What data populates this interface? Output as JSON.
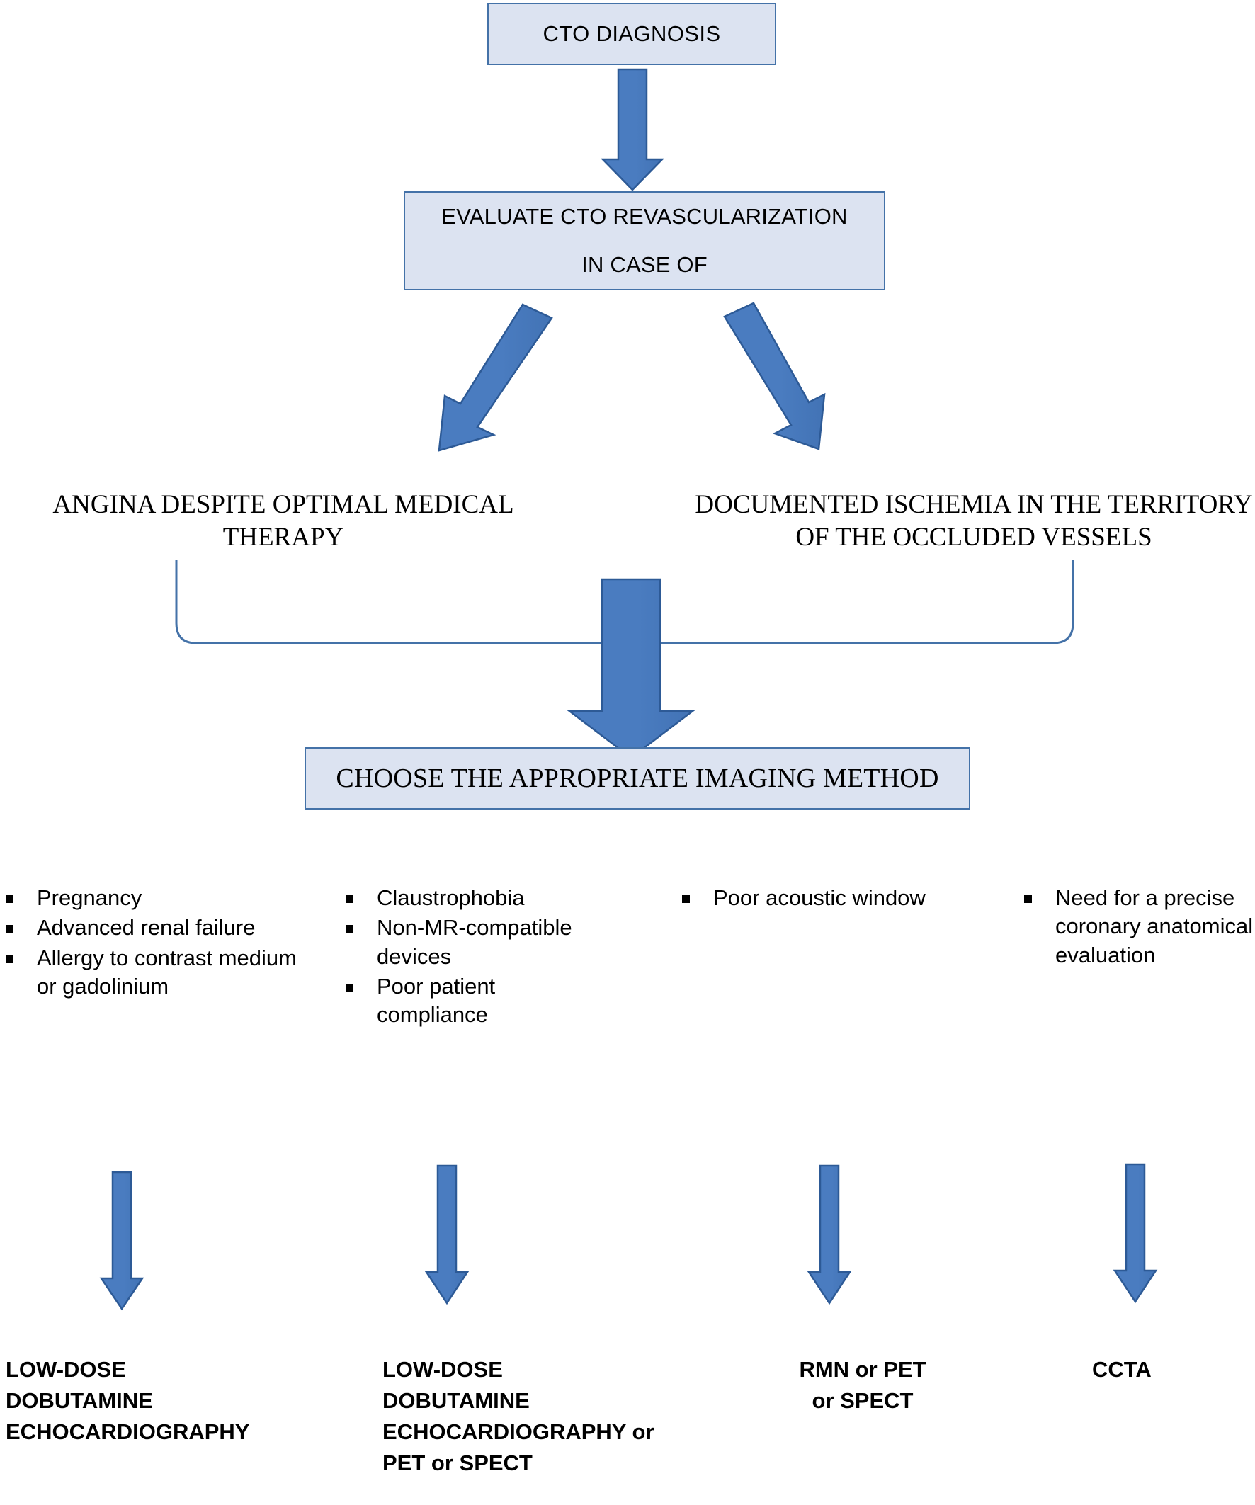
{
  "diagram": {
    "title": "CTO revascularization imaging decision flowchart",
    "colors": {
      "box_fill": "#dce3f1",
      "box_border": "#4472a8",
      "arrow_fill": "#4779bd",
      "arrow_stroke": "#2d5a96",
      "connector_line": "#4472a8",
      "text": "#000000"
    },
    "nodes": {
      "start": "CTO DIAGNOSIS",
      "evaluate_line1": "EVALUATE CTO REVASCULARIZATION",
      "evaluate_line2": "IN CASE OF",
      "choose": "CHOOSE THE APPROPRIATE IMAGING METHOD"
    },
    "branches": {
      "left": "ANGINA DESPITE OPTIMAL MEDICAL THERAPY",
      "right": "DOCUMENTED ISCHEMIA IN THE TERRITORY OF THE OCCLUDED VESSELS"
    },
    "criteria_columns": [
      {
        "id": "column-1",
        "items": [
          "Pregnancy",
          "Advanced renal failure",
          "Allergy to contrast medium or gadolinium"
        ],
        "outcome": "LOW-DOSE DOBUTAMINE ECHOCARDIOGRAPHY"
      },
      {
        "id": "column-2",
        "items": [
          "Claustrophobia",
          "Non-MR-compatible devices",
          "Poor patient compliance"
        ],
        "outcome": "LOW-DOSE DOBUTAMINE ECHOCARDIOGRAPHY or PET or SPECT"
      },
      {
        "id": "column-3",
        "items": [
          "Poor acoustic window"
        ],
        "outcome": "RMN or PET or SPECT"
      },
      {
        "id": "column-4",
        "items": [
          "Need for a precise coronary anatomical evaluation"
        ],
        "outcome": "CCTA"
      }
    ],
    "outcome_lines": {
      "outcome_1": [
        "LOW-DOSE",
        "DOBUTAMINE",
        "ECHOCARDIOGRAPHY"
      ],
      "outcome_2": [
        "LOW-DOSE",
        "DOBUTAMINE",
        "ECHOCARDIOGRAPHY or",
        "PET or SPECT"
      ],
      "outcome_3": [
        "RMN or PET",
        "or SPECT"
      ],
      "outcome_4": [
        "CCTA"
      ]
    },
    "icons": {
      "arrow_down": "arrow-down-icon",
      "arrow_diagonal_left": "arrow-down-left-icon",
      "arrow_diagonal_right": "arrow-down-right-icon",
      "bullet": "square-bullet-icon",
      "merge_connector": "merge-bracket-icon"
    }
  }
}
